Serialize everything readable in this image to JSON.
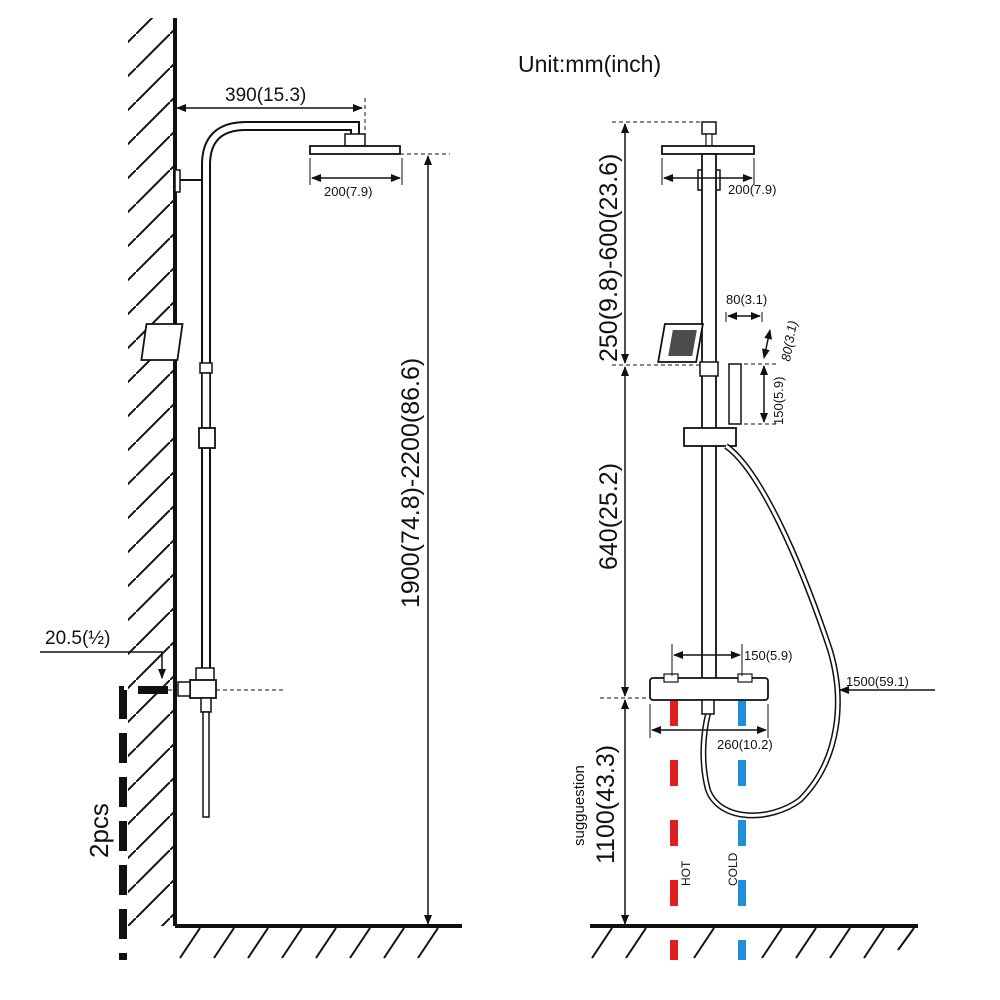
{
  "unit_label": "Unit:mm(inch)",
  "side_view": {
    "arm_reach": "390(15.3)",
    "head_width": "200(7.9)",
    "total_height": "1900(74.8)-2200(86.6)",
    "inlet_size": "20.5(½)",
    "quantity": "2pcs"
  },
  "front_view": {
    "head_range": "250(9.8)-600(23.6)",
    "head_width": "200(7.9)",
    "handheld_width": "80(3.1)",
    "handheld_length": "80(3.1)",
    "handheld_holder": "150(5.9)",
    "bar_height": "640(25.2)",
    "center_distance": "150(5.9)",
    "hose_length": "1500(59.1)",
    "mixer_width": "260(10.2)",
    "suggestion_label": "sugguestion",
    "suggestion_height": "1100(43.3)",
    "hot_label": "HOT",
    "cold_label": "COLD"
  },
  "colors": {
    "hot": "#e02020",
    "cold": "#1e8fd8",
    "line": "#111111"
  }
}
